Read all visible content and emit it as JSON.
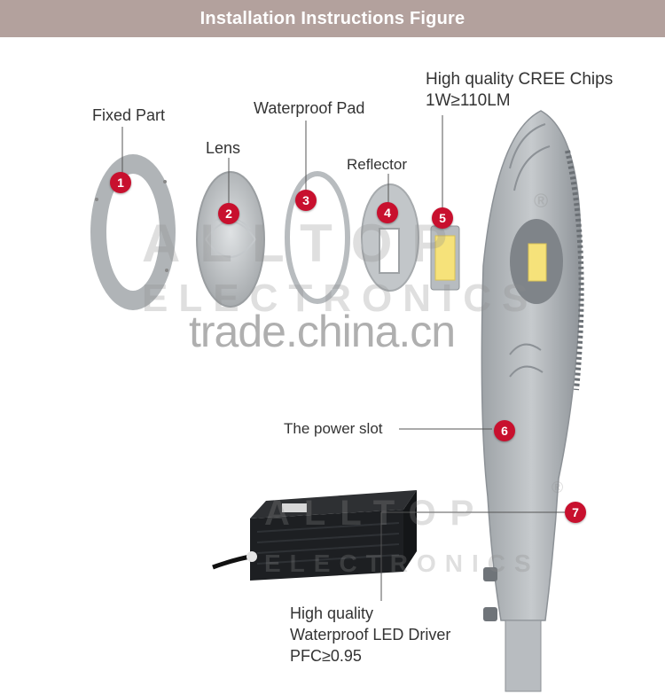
{
  "header": {
    "title": "Installation Instructions Figure"
  },
  "labels": {
    "fixed_part": "Fixed Part",
    "lens": "Lens",
    "waterproof_pad": "Waterproof Pad",
    "reflector": "Reflector",
    "chips_line1": "High quality CREE Chips",
    "chips_line2": "1W≥110LM",
    "power_slot": "The power slot",
    "driver_line1": "High quality",
    "driver_line2": "Waterproof LED Driver",
    "driver_line3": "PFC≥0.95"
  },
  "badges": [
    "1",
    "2",
    "3",
    "4",
    "5",
    "6",
    "7"
  ],
  "watermarks": {
    "brand": "ALLTOP",
    "brand_sub": "ELECTRONICS",
    "site": "trade.china.cn",
    "registered": "®"
  },
  "colors": {
    "header_bg": "#b3a19d",
    "badge_red": "#c8102e",
    "housing_gray": "#a9aeb2"
  }
}
